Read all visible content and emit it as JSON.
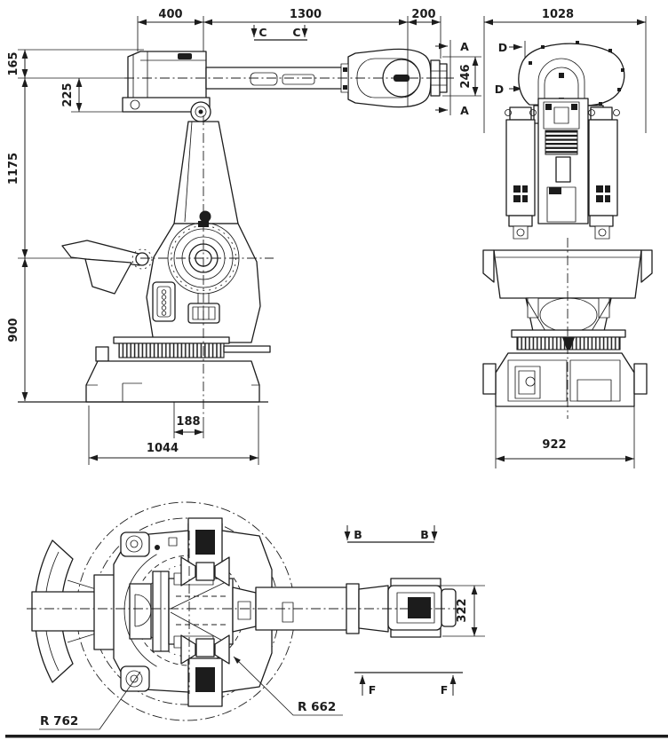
{
  "page": {
    "background": "#ffffff",
    "ink": "#1c1c1c"
  },
  "views": {
    "side": {
      "name": "side-elevation",
      "dims": {
        "d400": "400",
        "d1300": "1300",
        "d200": "200",
        "d165": "165",
        "d225": "225",
        "d1175": "1175",
        "d900": "900",
        "d246": "246",
        "d188": "188",
        "d1044": "1044"
      },
      "sections": {
        "c_left": "C",
        "c_right": "C",
        "a_top": "A",
        "a_bottom": "A"
      }
    },
    "front": {
      "name": "front-elevation",
      "dims": {
        "d1028": "1028",
        "d922": "922"
      },
      "sections": {
        "d_top": "D",
        "d_bottom": "D"
      }
    },
    "top": {
      "name": "plan-view",
      "dims": {
        "d322": "322",
        "r_outer": "R 762",
        "r_inner": "R 662"
      },
      "sections": {
        "b_left": "B",
        "b_right": "B",
        "f_left": "F",
        "f_right": "F"
      }
    }
  }
}
